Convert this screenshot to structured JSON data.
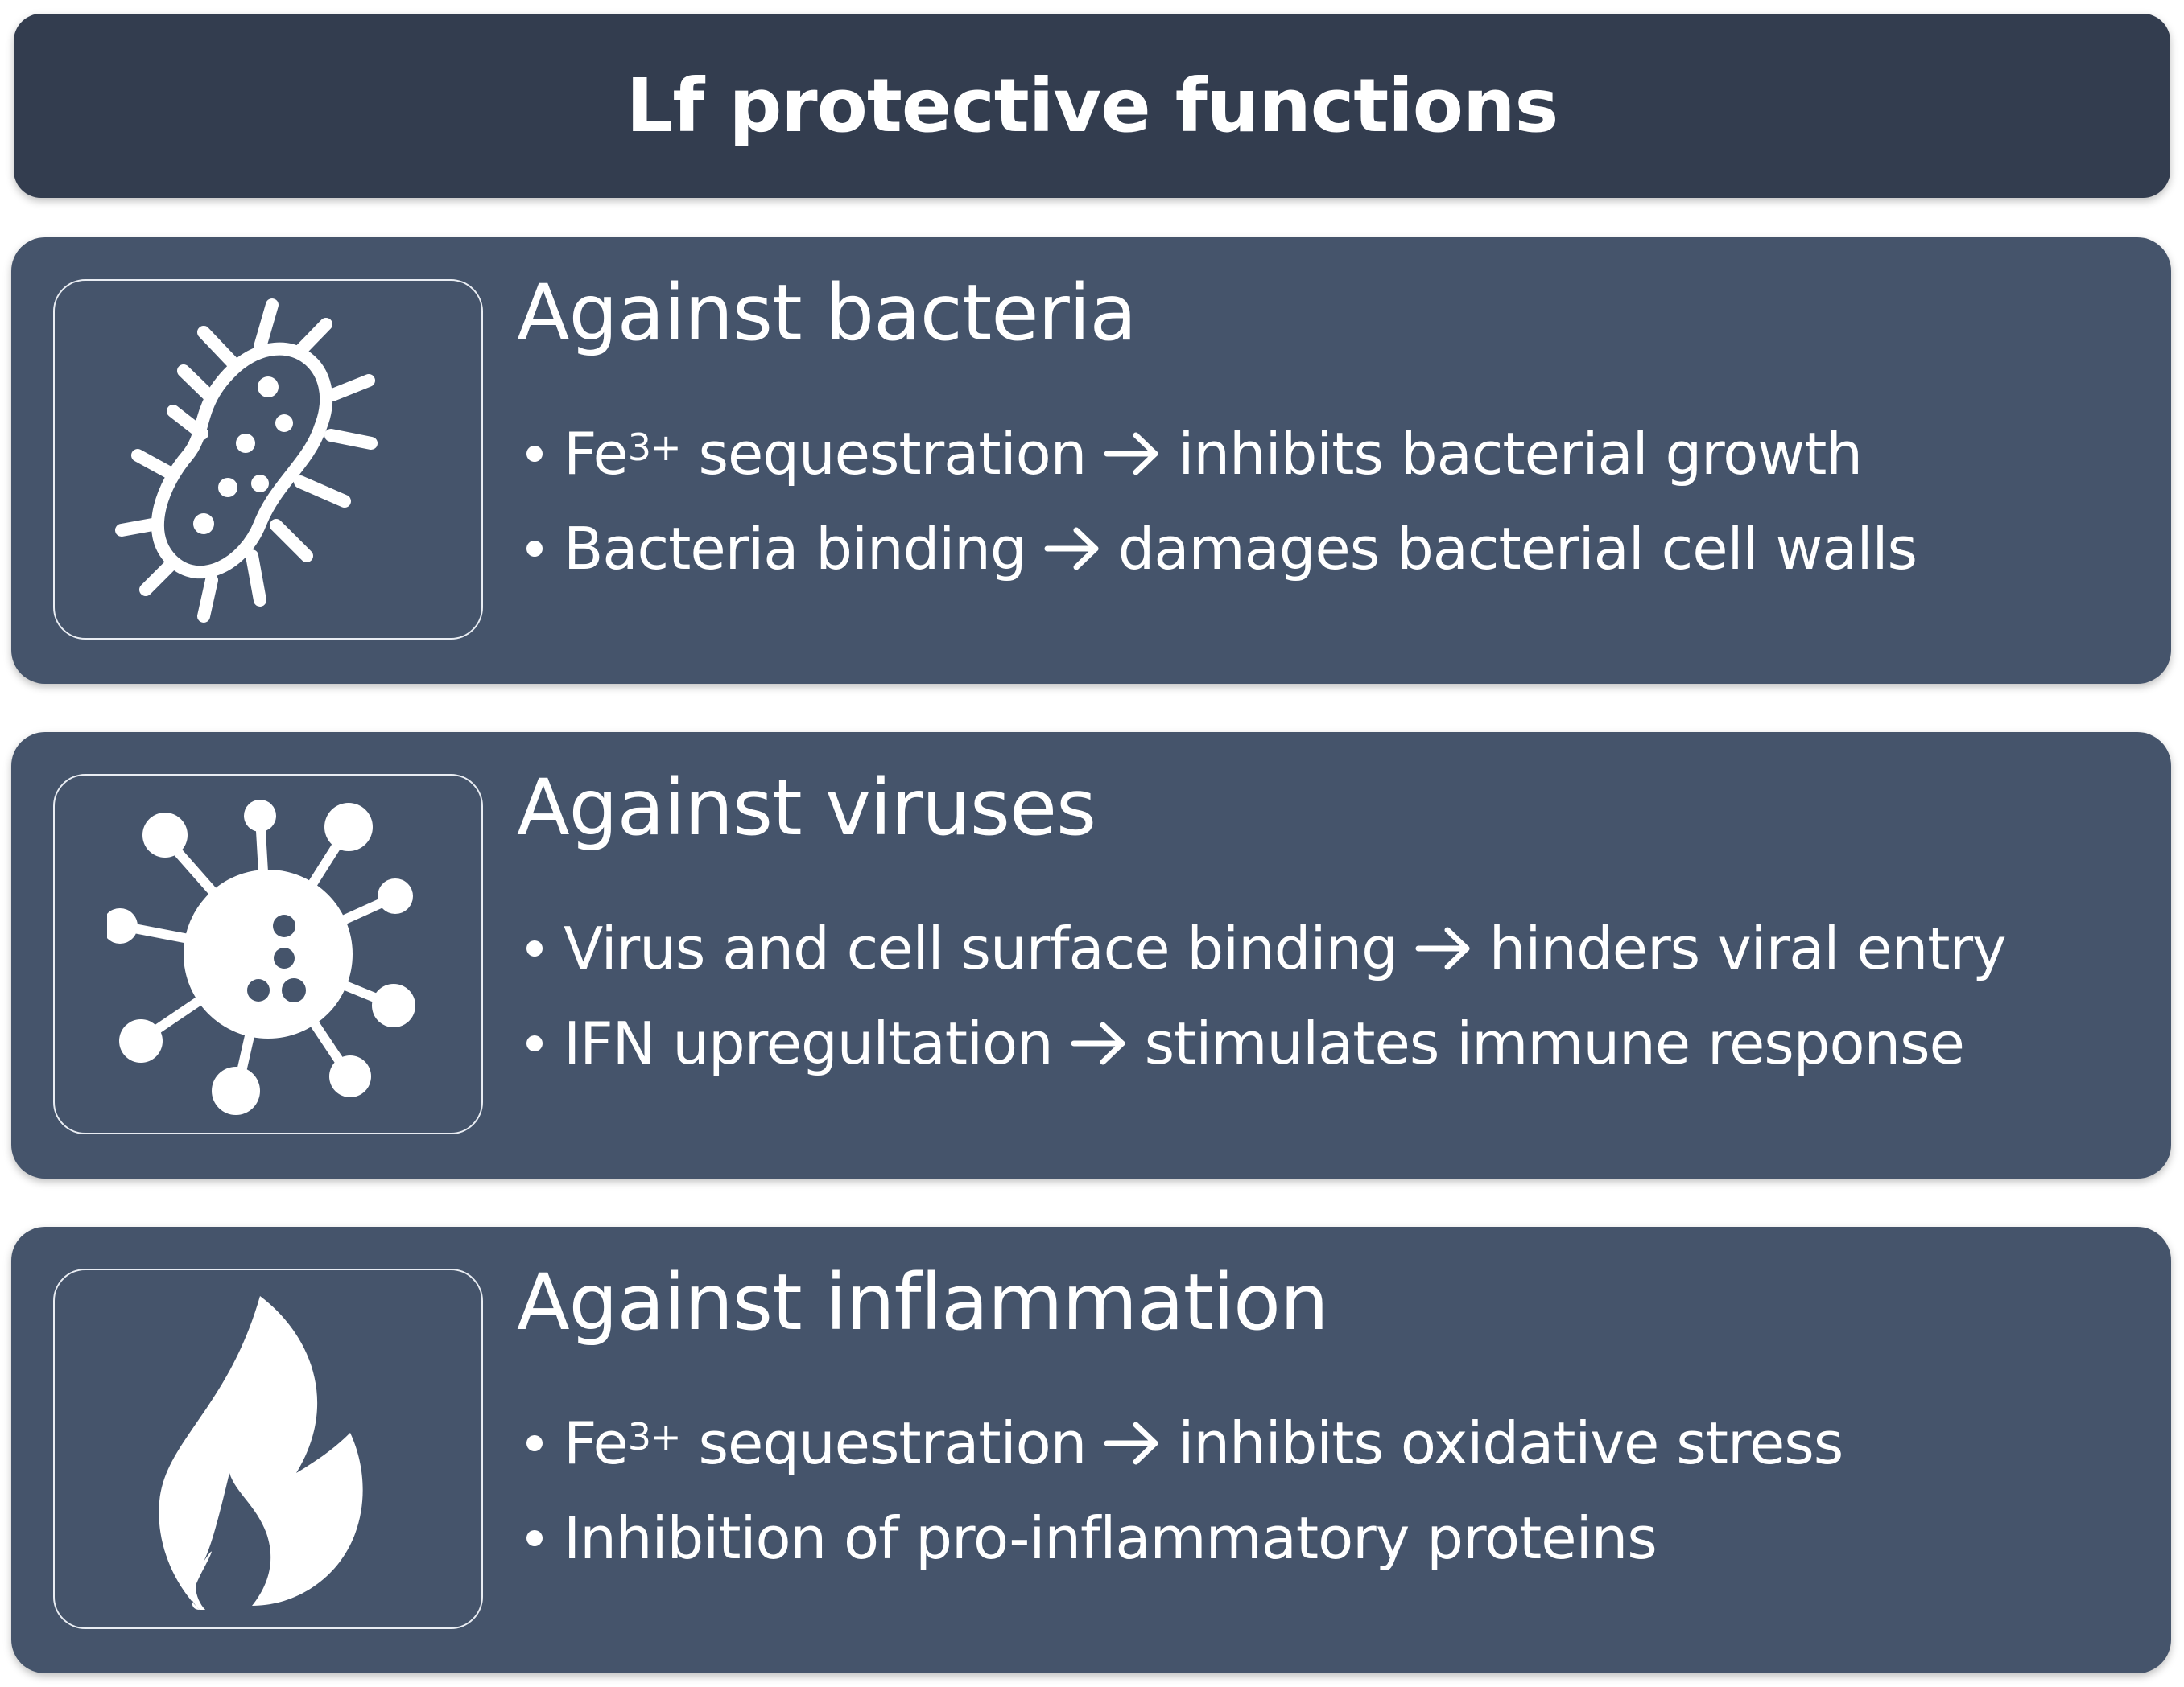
{
  "header": {
    "title": "Lf protective functions"
  },
  "panels": [
    {
      "title": "Against bacteria",
      "icon": "bacterium-icon",
      "bullets": [
        {
          "pre": "Fe",
          "sup": "3+",
          "mid": " sequestration",
          "arrow": true,
          "post": "inhibits bacterial growth"
        },
        {
          "pre": "Bacteria binding",
          "sup": "",
          "mid": "",
          "arrow": true,
          "post": "damages bacterial cell walls"
        }
      ]
    },
    {
      "title": "Against viruses",
      "icon": "virus-icon",
      "bullets": [
        {
          "pre": "Virus and cell surface binding",
          "sup": "",
          "mid": "",
          "arrow": true,
          "post": "hinders viral entry"
        },
        {
          "pre": "IFN upregultation",
          "sup": "",
          "mid": "",
          "arrow": true,
          "post": "stimulates immune response"
        }
      ]
    },
    {
      "title": "Against inflammation",
      "icon": "flame-icon",
      "bullets": [
        {
          "pre": "Fe",
          "sup": "3+",
          "mid": " sequestration",
          "arrow": true,
          "post": "inhibits oxidative stress"
        },
        {
          "pre": "Inhibition of pro-inflammatory proteins",
          "sup": "",
          "mid": "",
          "arrow": false,
          "post": ""
        }
      ]
    }
  ],
  "colors": {
    "header_bg": "#333d4f",
    "panel_bg": "#45546b",
    "text": "#ffffff"
  }
}
